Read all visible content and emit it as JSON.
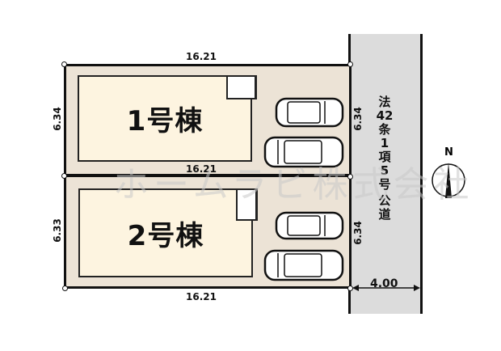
{
  "lots": [
    {
      "id": "lot-1",
      "label": "1号棟",
      "top_dimension": "16.21",
      "left_dimension": "6.34",
      "right_dimension": "6.34",
      "parking_spaces": 2
    },
    {
      "id": "lot-2",
      "label": "2号棟",
      "top_dimension": "16.21",
      "bottom_dimension": "16.21",
      "left_dimension": "6.33",
      "right_dimension": "6.34",
      "parking_spaces": 2
    }
  ],
  "road": {
    "label_lines": [
      "法",
      "42",
      "条",
      "1",
      "項",
      "5",
      "号",
      "公",
      "道"
    ],
    "width_dimension": "4.00"
  },
  "compass": {
    "label": "N"
  },
  "watermark": "ホームラビ株式会社",
  "colors": {
    "lot_fill": "#ece3d6",
    "building_fill": "#fdf4e0",
    "road_fill": "#dcdcdc",
    "outline": "#111111"
  }
}
